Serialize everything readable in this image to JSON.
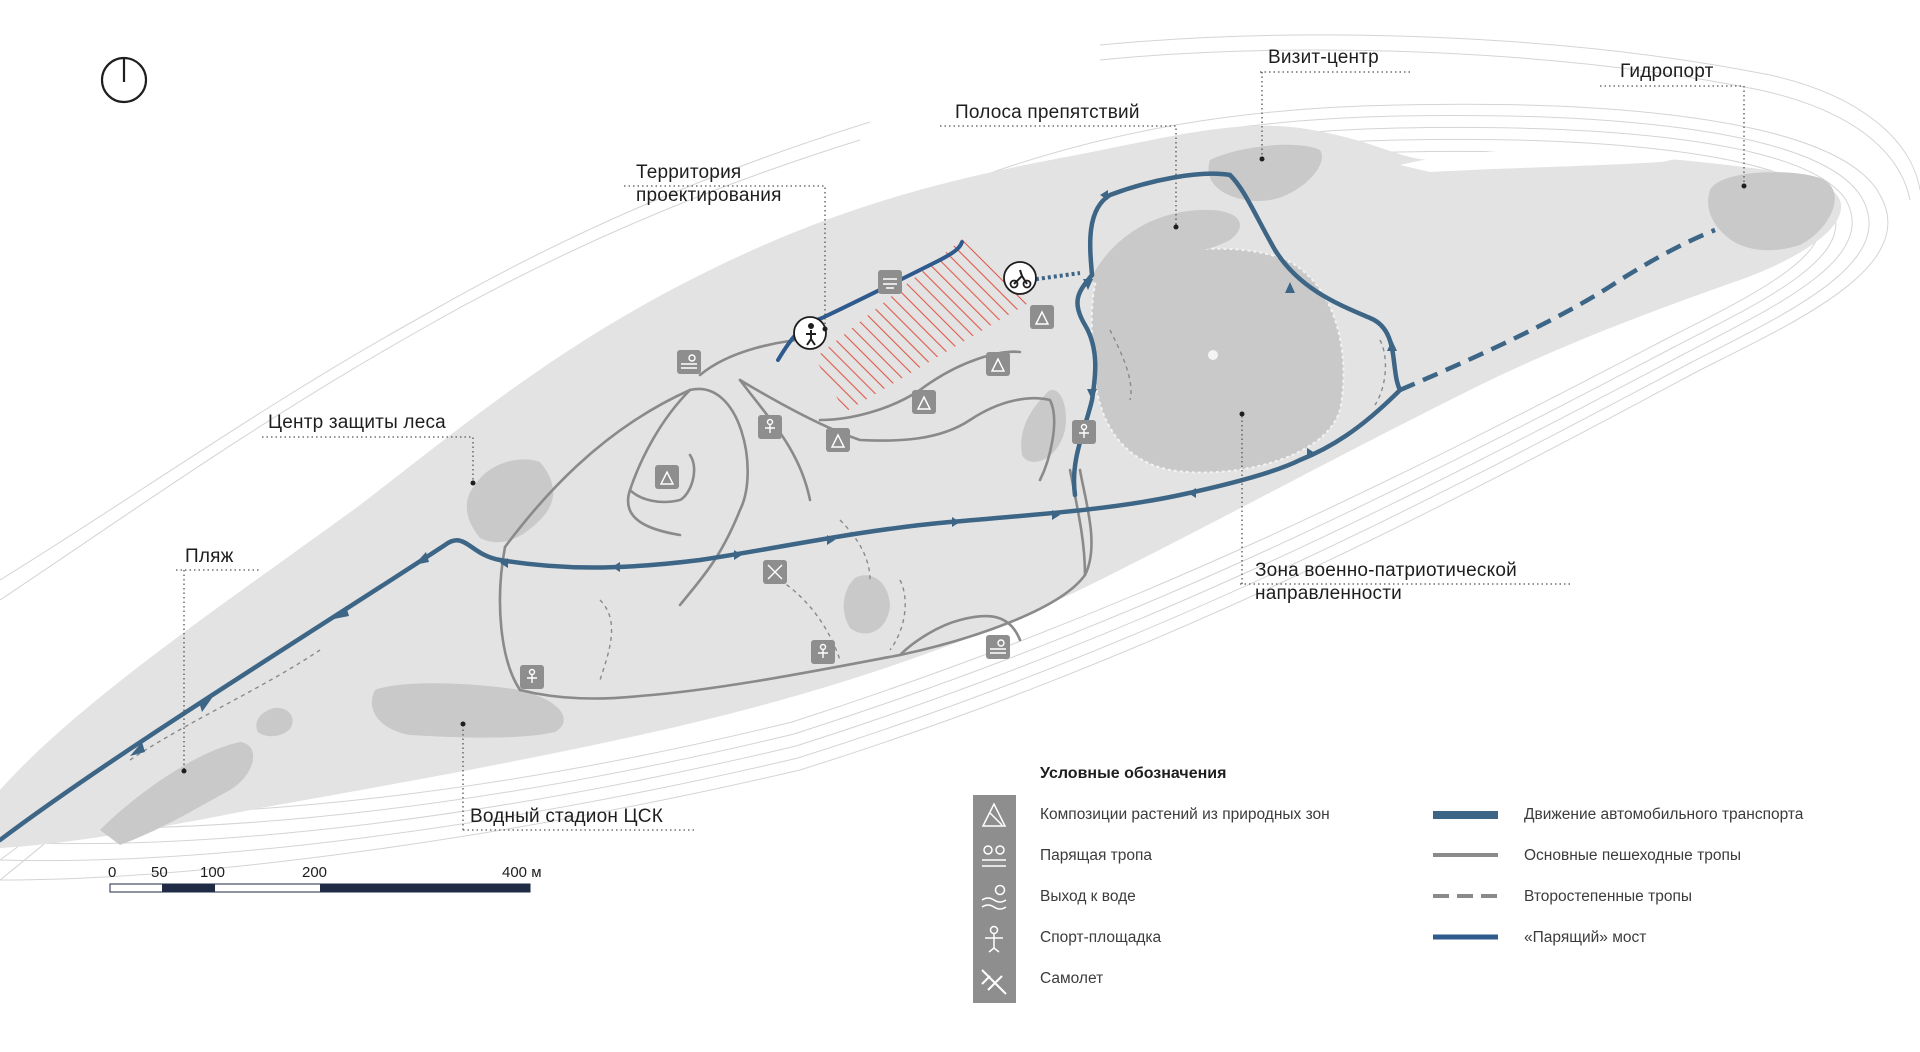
{
  "north_symbol": "north-arrow-icon",
  "labels": {
    "visit_center": "Визит-центр",
    "hydroport": "Гидропорт",
    "obstacle_course": "Полоса препятствий",
    "design_territory_1": "Территория",
    "design_territory_2": "проектирования",
    "forest_center": "Центр защиты леса",
    "beach": "Пляж",
    "military_zone_1": "Зона военно-патриотической",
    "military_zone_2": "направленности",
    "water_stadium": "Водный стадион ЦСК"
  },
  "scale_bar": {
    "ticks": [
      "0",
      "50",
      "100",
      "200",
      "400 м"
    ],
    "values": [
      0,
      50,
      100,
      200,
      400
    ]
  },
  "legend": {
    "title": "Условные обозначения",
    "icons": [
      {
        "icon": "plant-composition-icon",
        "label": "Композиции растений из природных зон"
      },
      {
        "icon": "floating-trail-icon",
        "label": "Парящая тропа"
      },
      {
        "icon": "water-access-icon",
        "label": "Выход к воде"
      },
      {
        "icon": "sports-ground-icon",
        "label": "Спорт-площадка"
      },
      {
        "icon": "airplane-icon",
        "label": "Самолет"
      }
    ],
    "lines": [
      {
        "style": "road",
        "label": "Движение автомобильного транспорта"
      },
      {
        "style": "walk",
        "label": "Основные пешеходные тропы"
      },
      {
        "style": "walk-secondary",
        "label": "Второстепенные тропы"
      },
      {
        "style": "bridge",
        "label": "«Парящий» мост"
      }
    ]
  },
  "colors": {
    "road": "#3d6586",
    "bridge": "#2f5a8e",
    "island": "#e3e3e3",
    "zone": "#c9c9c9",
    "design_hatch": "#e05a4a",
    "legend_icon_bg": "#8e8e8e",
    "scale_dark": "#1f2a44"
  }
}
